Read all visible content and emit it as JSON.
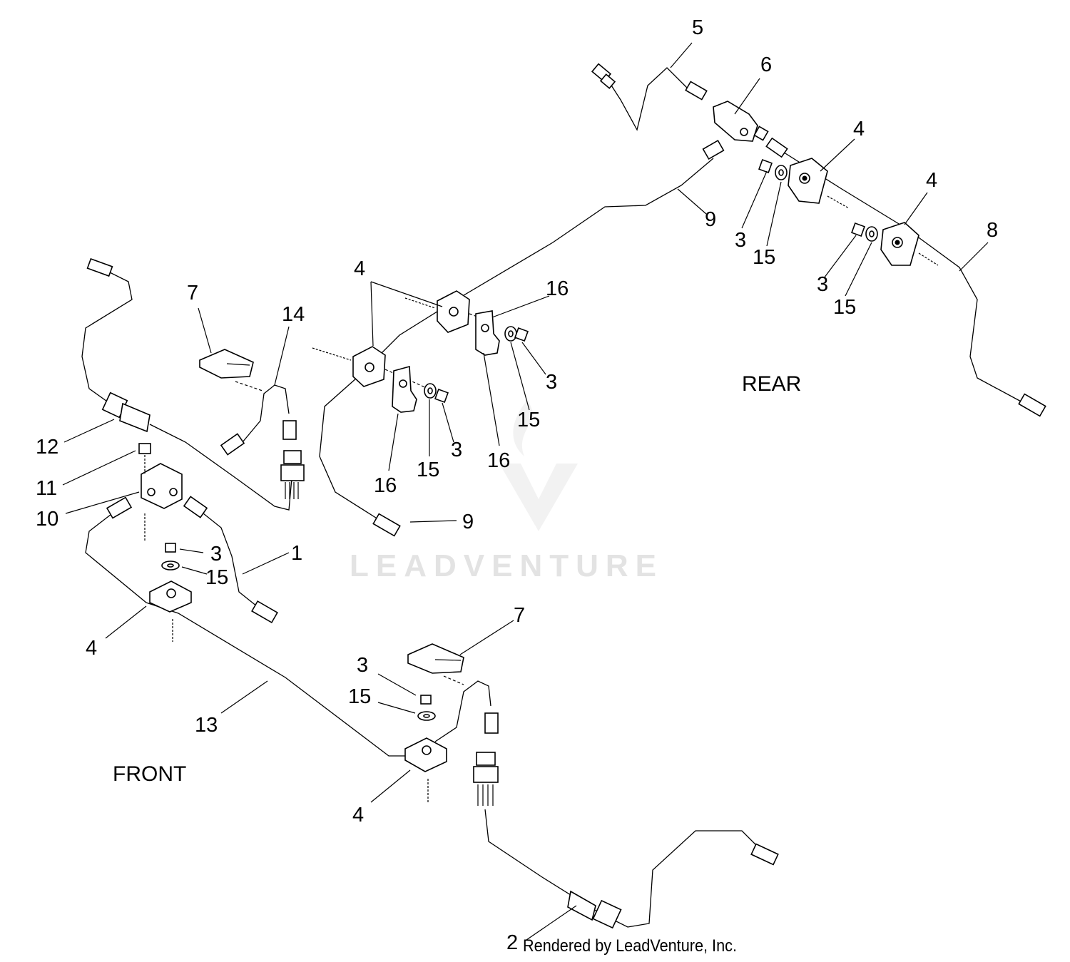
{
  "diagram": {
    "section_labels": {
      "rear": "REAR",
      "front": "FRONT"
    },
    "watermark": "LEADVENTURE",
    "credit_part": "2",
    "credit": "Rendered by LeadVenture, Inc.",
    "callouts": [
      {
        "id": "c-5",
        "text": "5"
      },
      {
        "id": "c-6",
        "text": "6"
      },
      {
        "id": "c-4a",
        "text": "4"
      },
      {
        "id": "c-4b",
        "text": "4"
      },
      {
        "id": "c-8",
        "text": "8"
      },
      {
        "id": "c-9a",
        "text": "9"
      },
      {
        "id": "c-3a",
        "text": "3"
      },
      {
        "id": "c-15a",
        "text": "15"
      },
      {
        "id": "c-3b",
        "text": "3"
      },
      {
        "id": "c-15b",
        "text": "15"
      },
      {
        "id": "c-4c",
        "text": "4"
      },
      {
        "id": "c-16a",
        "text": "16"
      },
      {
        "id": "c-3c",
        "text": "3"
      },
      {
        "id": "c-15c",
        "text": "15"
      },
      {
        "id": "c-16b",
        "text": "16"
      },
      {
        "id": "c-3d",
        "text": "3"
      },
      {
        "id": "c-15d",
        "text": "15"
      },
      {
        "id": "c-16c",
        "text": "16"
      },
      {
        "id": "c-9b",
        "text": "9"
      },
      {
        "id": "c-7a",
        "text": "7"
      },
      {
        "id": "c-14",
        "text": "14"
      },
      {
        "id": "c-12",
        "text": "12"
      },
      {
        "id": "c-11",
        "text": "11"
      },
      {
        "id": "c-10",
        "text": "10"
      },
      {
        "id": "c-3e",
        "text": "3"
      },
      {
        "id": "c-15e",
        "text": "15"
      },
      {
        "id": "c-1",
        "text": "1"
      },
      {
        "id": "c-4d",
        "text": "4"
      },
      {
        "id": "c-13",
        "text": "13"
      },
      {
        "id": "c-7b",
        "text": "7"
      },
      {
        "id": "c-3f",
        "text": "3"
      },
      {
        "id": "c-15f",
        "text": "15"
      },
      {
        "id": "c-4e",
        "text": "4"
      }
    ]
  }
}
